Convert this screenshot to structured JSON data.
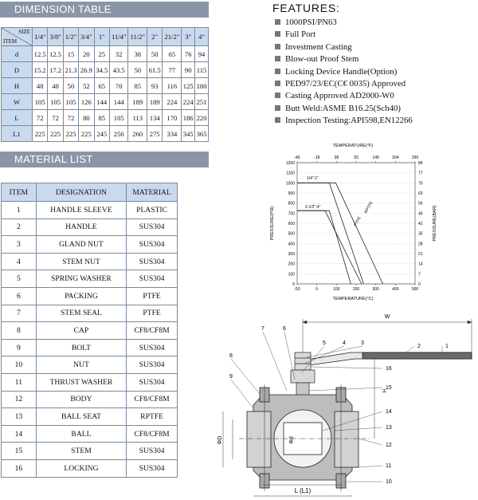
{
  "dimension_table": {
    "title": "DIMENSION TABLE",
    "size_label": "SIZE",
    "item_label": "ITEM",
    "sizes": [
      "1/4\"",
      "3/8\"",
      "1/2\"",
      "3/4\"",
      "1\"",
      "11/4\"",
      "11/2\"",
      "2\"",
      "21/2\"",
      "3\"",
      "4\""
    ],
    "rows": [
      {
        "item": "d",
        "values": [
          "12.5",
          "12.5",
          "15",
          "20",
          "25",
          "32",
          "38",
          "50",
          "65",
          "76",
          "94"
        ]
      },
      {
        "item": "D",
        "values": [
          "15.2",
          "17.2",
          "21.3",
          "26.9",
          "34.5",
          "43.5",
          "50",
          "61.5",
          "77",
          "90",
          "115"
        ]
      },
      {
        "item": "H",
        "values": [
          "48",
          "48",
          "50",
          "52",
          "65",
          "70",
          "85",
          "93",
          "116",
          "125",
          "180"
        ]
      },
      {
        "item": "W",
        "values": [
          "105",
          "105",
          "105",
          "126",
          "144",
          "144",
          "189",
          "189",
          "224",
          "224",
          "251"
        ]
      },
      {
        "item": "L",
        "values": [
          "72",
          "72",
          "72",
          "80",
          "85",
          "105",
          "113",
          "134",
          "170",
          "186",
          "220"
        ]
      },
      {
        "item": "L1",
        "values": [
          "225",
          "225",
          "225",
          "225",
          "245",
          "256",
          "260",
          "275",
          "334",
          "345",
          "365"
        ]
      }
    ]
  },
  "material_list": {
    "title": "MATERIAL LIST",
    "headers": [
      "ITEM",
      "DESIGNATION",
      "MATERIAL"
    ],
    "rows": [
      [
        "1",
        "HANDLE SLEEVE",
        "PLASTIC"
      ],
      [
        "2",
        "HANDLE",
        "SUS304"
      ],
      [
        "3",
        "GLAND NUT",
        "SUS304"
      ],
      [
        "4",
        "STEM NUT",
        "SUS304"
      ],
      [
        "5",
        "SPRING WASHER",
        "SUS304"
      ],
      [
        "6",
        "PACKING",
        "PTFE"
      ],
      [
        "7",
        "STEM SEAL",
        "PTFE"
      ],
      [
        "8",
        "CAP",
        "CF8/CF8M"
      ],
      [
        "9",
        "BOLT",
        "SUS304"
      ],
      [
        "10",
        "NUT",
        "SUS304"
      ],
      [
        "11",
        "THRUST WASHER",
        "SUS304"
      ],
      [
        "12",
        "BODY",
        "CF8/CF8M"
      ],
      [
        "13",
        "BALL SEAT",
        "RPTFE"
      ],
      [
        "14",
        "BALL",
        "CF8/CF8M"
      ],
      [
        "15",
        "STEM",
        "SUS304"
      ],
      [
        "16",
        "LOCKING",
        "SUS304"
      ]
    ]
  },
  "features": {
    "title": "FEATURES:",
    "items": [
      "1000PSI/PN63",
      "Full  Port",
      "Investment Casting",
      "Blow-out Proof Stem",
      "Locking Device Handle(Option)",
      "PED97/23/EC(C€ 0035) Approved",
      "Casting Approved AD2000-W0",
      "Butt Weld:ASME B16.25(Sch40)",
      "Inspection Testing:API598,EN12266"
    ]
  },
  "pt_chart": {
    "top_axis_title": "TEMPERATURE(°F)",
    "bottom_axis_title": "TEMPERATURE(°C)",
    "left_axis_title": "PRESSURE(PSI)",
    "right_axis_title": "PRESSURE(BAR)",
    "top_ticks": [
      "-46",
      "-18",
      "38",
      "93",
      "149",
      "204",
      "260"
    ],
    "bottom_ticks": [
      "-50",
      "0",
      "100",
      "200",
      "300",
      "400",
      "500"
    ],
    "left_ticks": [
      "1200",
      "1100",
      "1000",
      "900",
      "800",
      "700",
      "600",
      "500",
      "400",
      "300",
      "200",
      "100",
      "0"
    ],
    "right_ticks": [
      "84",
      "77",
      "70",
      "63",
      "56",
      "49",
      "42",
      "35",
      "28",
      "21",
      "14",
      "7",
      "0"
    ],
    "label_small": "1/4\"-1\"",
    "label_large": "2-1/2\"-4\"",
    "label_ptfe": "PTFE",
    "label_rptfe": "RPTFE"
  },
  "drawing": {
    "callouts": [
      "1",
      "2",
      "3",
      "4",
      "5",
      "6",
      "7",
      "8",
      "9",
      "10",
      "11",
      "12",
      "13",
      "14",
      "15",
      "16"
    ],
    "dim_w": "W",
    "dim_h": "H",
    "dim_l": "L (L1)",
    "dim_phi_d_outer": "ΦD",
    "dim_phi_d_inner": "Φd"
  },
  "chart_data": {
    "type": "line",
    "title": "",
    "xlabel": "TEMPERATURE(°C)",
    "ylabel": "PRESSURE(PSI)",
    "xlim": [
      -50,
      500
    ],
    "ylim": [
      0,
      1200
    ],
    "series": [
      {
        "name": "1/4\"-1\"",
        "x": [
          -50,
          100,
          260
        ],
        "y": [
          1000,
          1000,
          0
        ]
      },
      {
        "name": "2-1/2\"-4\"",
        "x": [
          -50,
          100,
          200
        ],
        "y": [
          725,
          725,
          0
        ]
      },
      {
        "name": "RPTFE",
        "x": [
          -50,
          130,
          350
        ],
        "y": [
          1000,
          1000,
          0
        ]
      },
      {
        "name": "PTFE",
        "x": [
          -50,
          80,
          250
        ],
        "y": [
          725,
          725,
          0
        ]
      }
    ]
  }
}
